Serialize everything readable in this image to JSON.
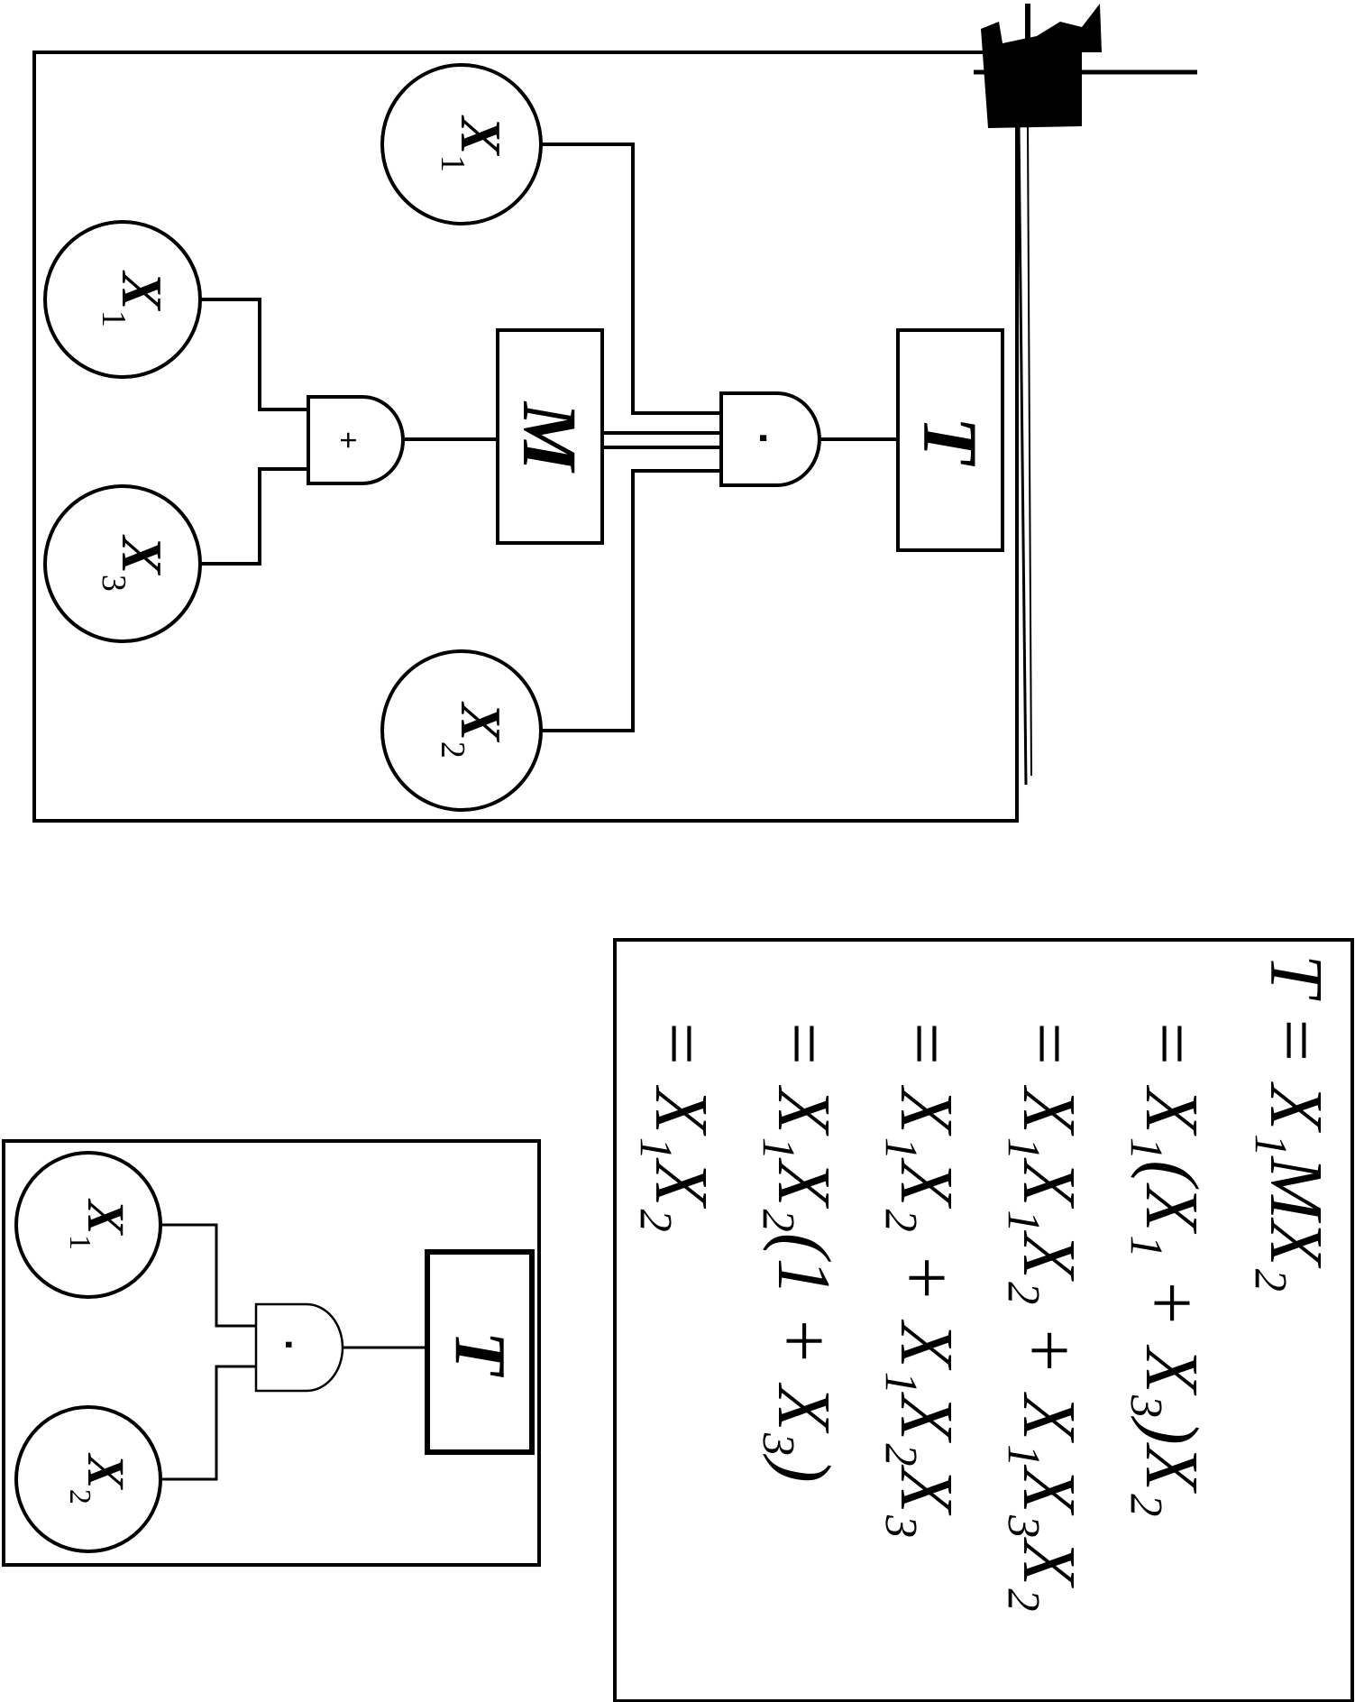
{
  "big_tree": {
    "event_x1_top": {
      "var": "X",
      "sub": "1"
    },
    "event_x1_left": {
      "var": "X",
      "sub": "1"
    },
    "event_x3": {
      "var": "X",
      "sub": "3"
    },
    "event_x2": {
      "var": "X",
      "sub": "2"
    },
    "or_gate_symbol": "+",
    "and_gate_symbol": "·",
    "box_m": "M",
    "box_t": "T"
  },
  "small_tree": {
    "event_x1": {
      "var": "X",
      "sub": "1"
    },
    "event_x2": {
      "var": "X",
      "sub": "2"
    },
    "and_gate_symbol": "·",
    "box_t": "T"
  },
  "equations": [
    "T = X₁MX₂",
    "= X₁(X₁ + X₃)X₂",
    "= X₁X₁X₂ + X₁X₃X₂",
    "= X₁X₂ + X₁X₂X₃",
    "= X₁X₂(1 + X₃)",
    "= X₁X₂"
  ],
  "colors": {
    "ink": "#000000",
    "paper": "#ffffff"
  }
}
